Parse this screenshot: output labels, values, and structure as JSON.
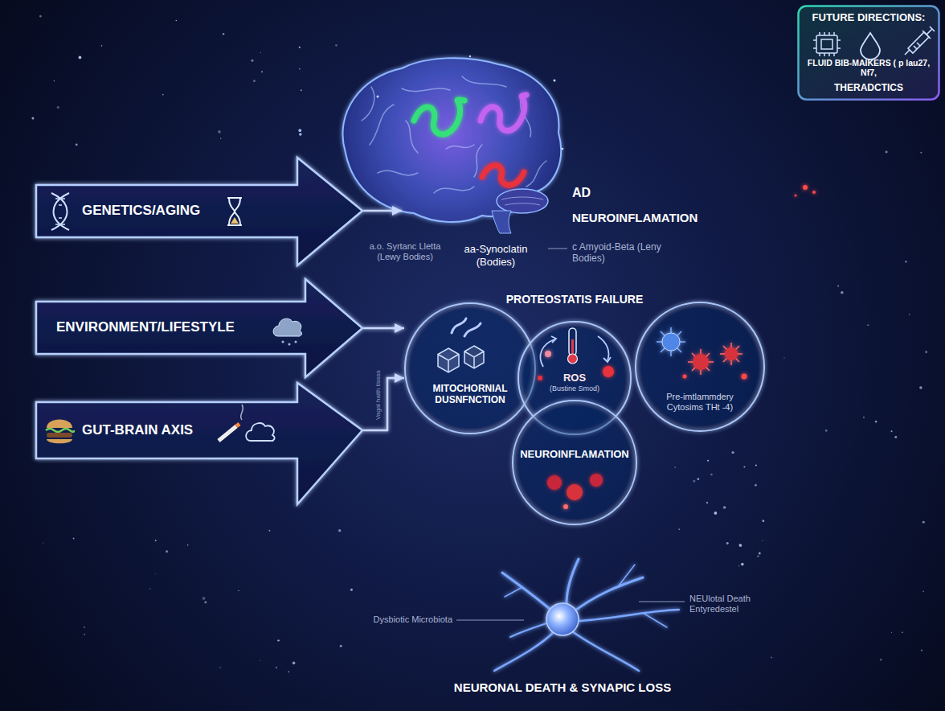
{
  "diagram": {
    "nodes": [
      {
        "text": [
          "FUTURE DIRECTIONS:",
          "FLUID BIB-MAIKERS ( p lau27, Nf7,",
          "THERADCTICS"
        ]
      },
      {
        "text": [
          "aa-Synoclatin (Bodies)"
        ]
      },
      {
        "text": [
          "GENETICS/AGING"
        ]
      },
      {
        "text": [
          "ENVIRONMENT/LIFESTYLE"
        ]
      },
      {
        "text": [
          "GUT-BRAIN AXIS"
        ]
      },
      {
        "text": [
          "MITOCHORNIAL DUSNFNCTION"
        ]
      },
      {
        "text": [
          "PROTEOSTATIS FAILURE",
          "ROS",
          "(Bustine Smod)"
        ]
      },
      {
        "text": [
          "Pre-imtlammdery Cytosims THt -4)"
        ]
      },
      {
        "text": [
          "NEUROINFLAMATION"
        ]
      }
    ],
    "edges": [
      {
        "from": 2,
        "to": 1,
        "arrow": "to"
      },
      {
        "from": 3,
        "to": 5,
        "arrow": "to"
      },
      {
        "from": 4,
        "to": 5,
        "arrow": "to"
      }
    ],
    "labels": [
      "a.o. Syrtanc Lletta (Lewy Bodies)",
      "AD",
      "NEUROINFLAMATION",
      "c Amyoid-Beta (Leny Bodies)",
      "Vagal haith tissss",
      "Dysbiotic Microbiota",
      "NEUlotal Death Entyredestel",
      "NEURONAL DEATH & SYNAPIC LOSS"
    ]
  }
}
